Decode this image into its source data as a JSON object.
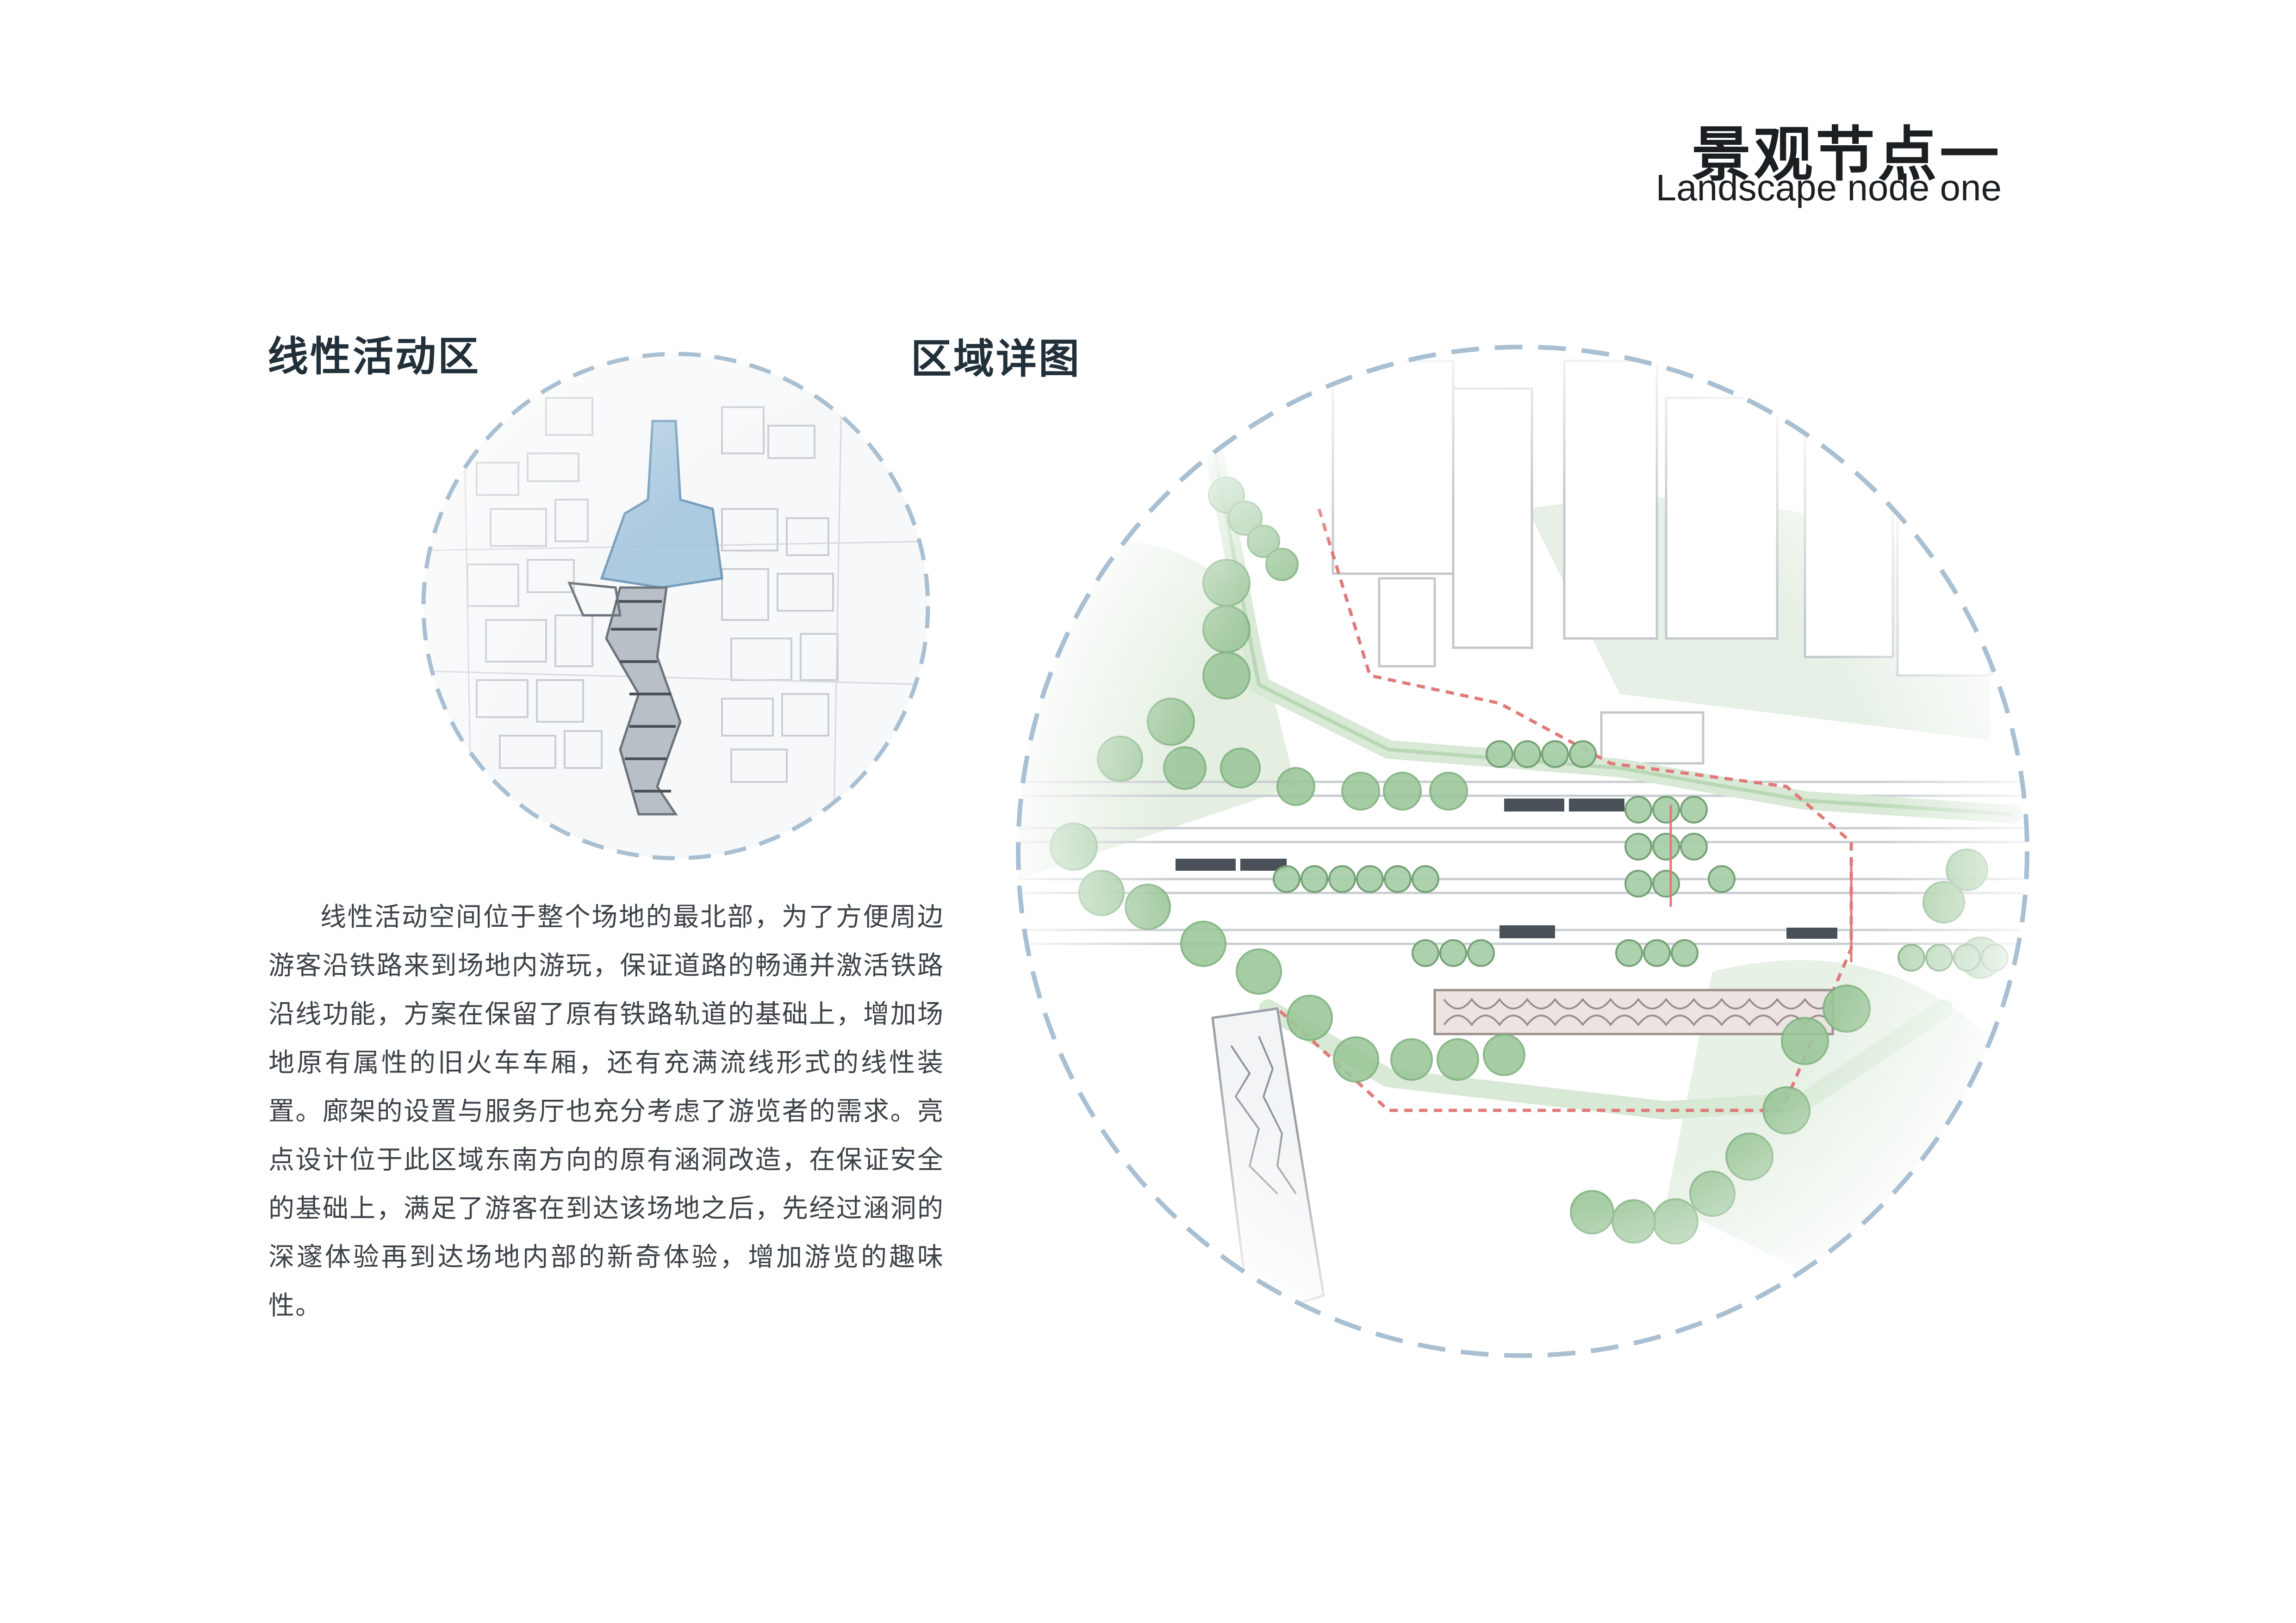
{
  "header": {
    "title_cn": "景观节点一",
    "title_en": "Landscape node one"
  },
  "sections": {
    "left_title": "线性活动区",
    "right_title": "区域详图"
  },
  "description": "线性活动空间位于整个场地的最北部，为了方便周边游客沿铁路来到场地内游玩，保证道路的畅通并激活铁路沿线功能，方案在保留了原有铁路轨道的基础上，增加场地原有属性的旧火车车厢，还有充满流线形式的线性装置。廊架的设置与服务厅也充分考虑了游览者的需求。亮点设计位于此区域东南方向的原有涵洞改造，在保证安全的基础上，满足了游客在到达该场地之后，先经过涵洞的深邃体验再到达场地内部的新奇体验，增加游览的趣味性。",
  "colors": {
    "dashed_circle": "#a9bfd2",
    "tree": "#9cc79a",
    "tree_dark": "#7fb07e",
    "highlight_blue": "#9fc3dc",
    "path_red": "#e07a7a"
  }
}
